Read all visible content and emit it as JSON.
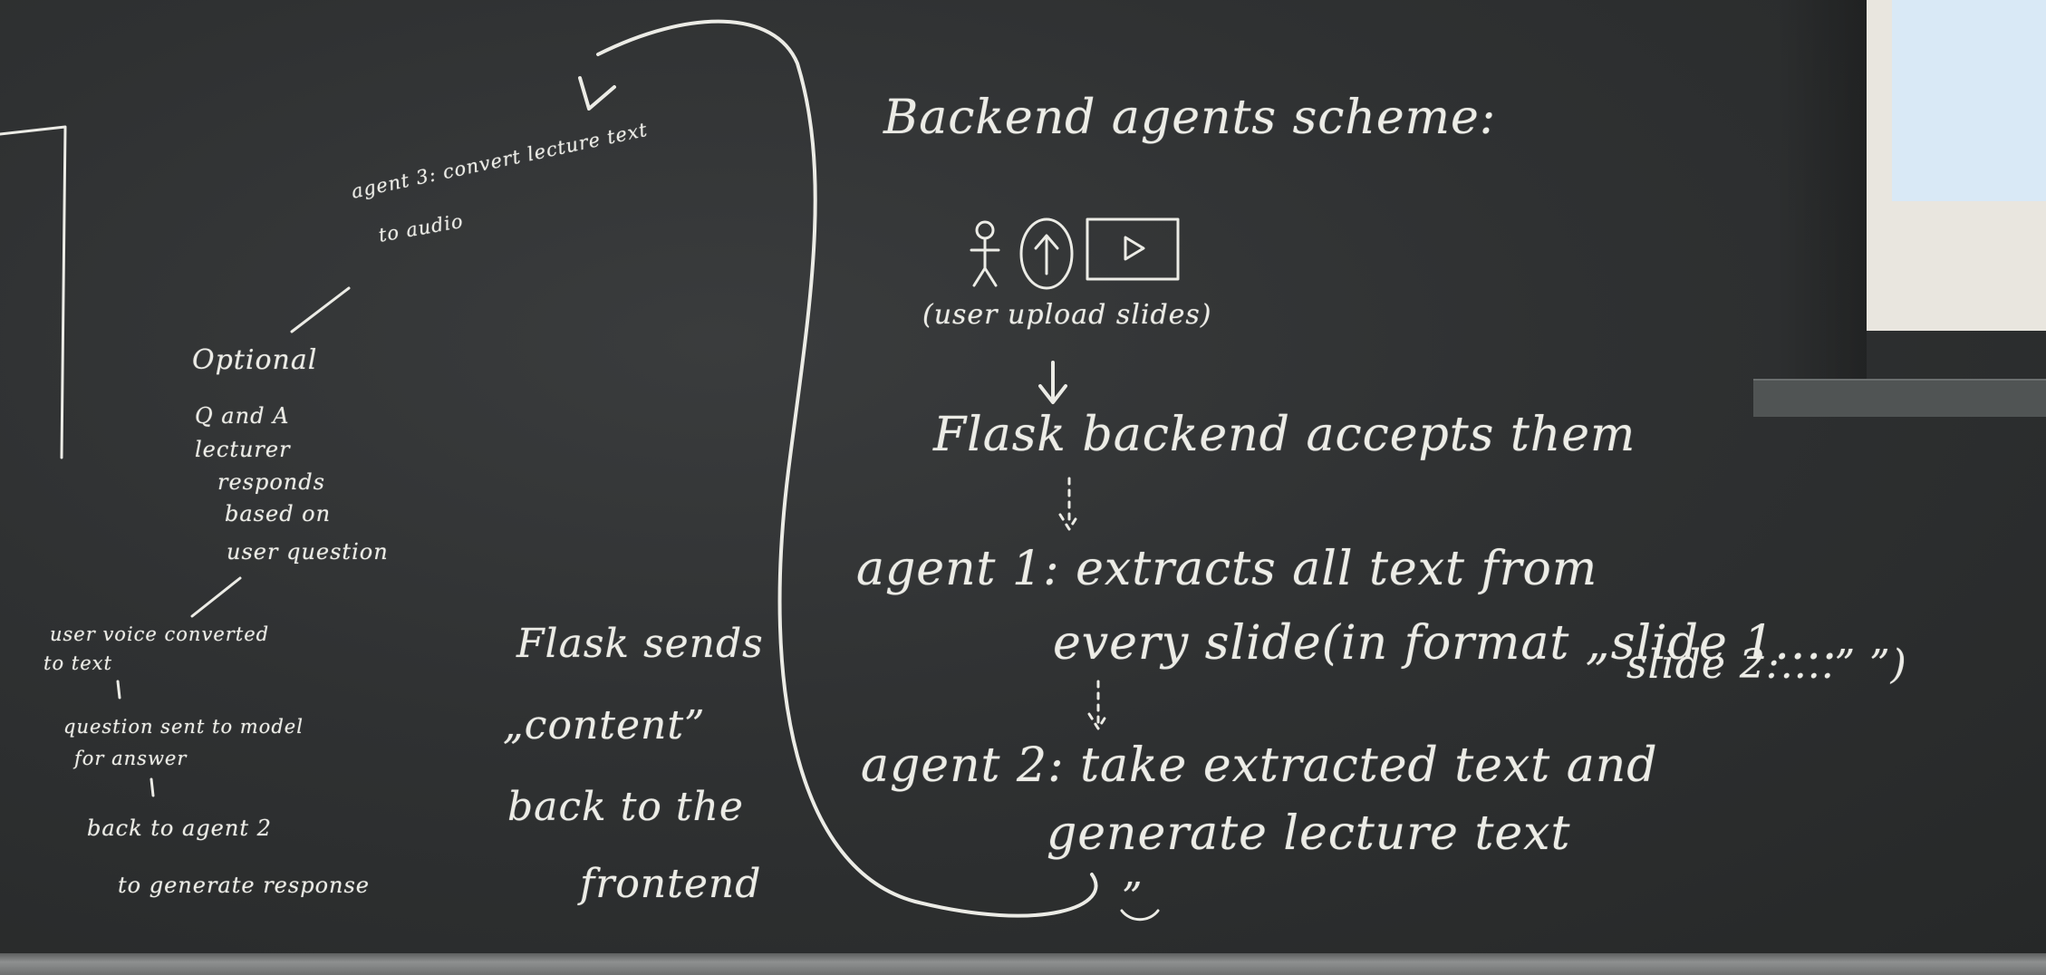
{
  "right_flow": {
    "title": "Backend agents scheme:",
    "upload_caption": "(user upload slides)",
    "step1": "Flask backend accepts them",
    "agent1_line1": "agent 1: extracts all text from",
    "agent1_line2": "every slide(in format „slide 1....",
    "agent1_line3": "slide 2:....” ”)",
    "agent2_line1": "agent 2: take extracted text and",
    "agent2_line2": "generate lecture text",
    "end_mark": "”"
  },
  "middle": {
    "line1": "Flask sends",
    "line2": "„content”",
    "line3": "back to the",
    "line4": "frontend"
  },
  "left_flow": {
    "agent3_line1": "agent 3: convert lecture text",
    "agent3_line2": "to audio",
    "optional": "Optional",
    "qa_line1": "Q and A",
    "qa_line2": "lecturer",
    "qa_line3": "responds",
    "qa_line4": "based on",
    "qa_line5": "user question",
    "voice_line1": "user voice converted",
    "voice_line2": "to text",
    "question_line1": "question sent to model",
    "question_line2": "for answer",
    "back_line1": "back to agent 2",
    "back_line2": "to generate response"
  }
}
